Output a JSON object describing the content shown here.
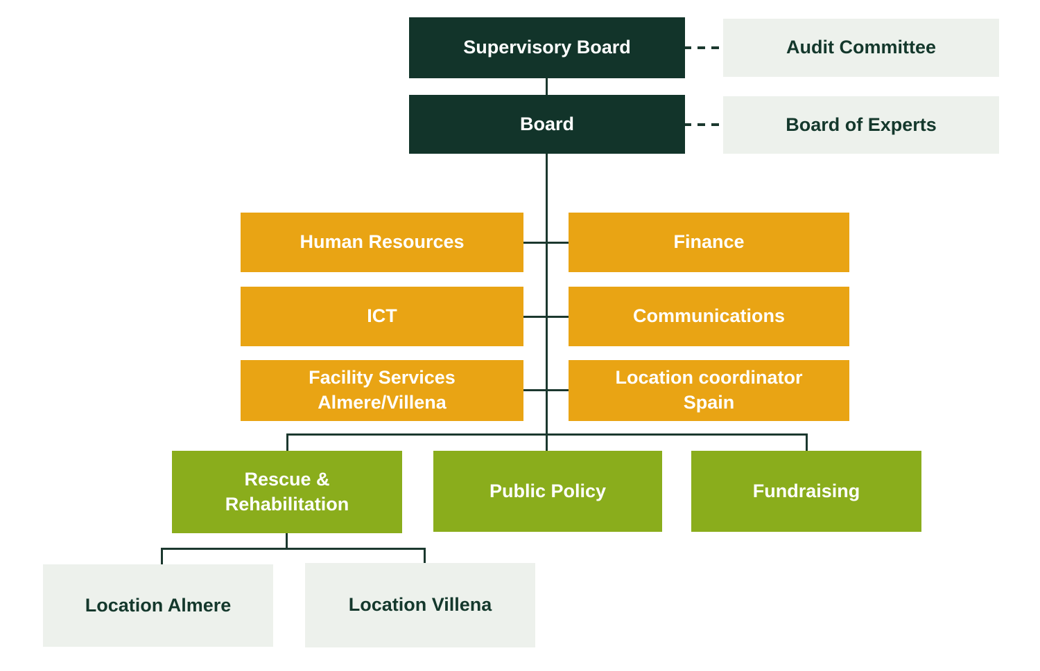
{
  "diagram": {
    "type": "org-chart",
    "colors": {
      "dark_green": "#12342A",
      "orange": "#E9A414",
      "lime_green": "#8AAD1C",
      "light_box": "#EDF1EC",
      "connector": "#1B382E",
      "text_on_color": "#FFFFFF",
      "text_on_light": "#14382C"
    },
    "nodes": {
      "supervisory_board": {
        "label": "Supervisory Board"
      },
      "audit_committee": {
        "label": "Audit Committee"
      },
      "board": {
        "label": "Board"
      },
      "board_of_experts": {
        "label": "Board of Experts"
      },
      "human_resources": {
        "label": "Human Resources"
      },
      "finance": {
        "label": "Finance"
      },
      "ict": {
        "label": "ICT"
      },
      "communications": {
        "label": "Communications"
      },
      "facility_services": {
        "label": "Facility Services\nAlmere/Villena"
      },
      "location_coordinator_spain": {
        "label": "Location coordinator\nSpain"
      },
      "rescue_rehabilitation": {
        "label": "Rescue &\nRehabilitation"
      },
      "public_policy": {
        "label": "Public Policy"
      },
      "fundraising": {
        "label": "Fundraising"
      },
      "location_almere": {
        "label": "Location Almere"
      },
      "location_villena": {
        "label": "Location Villena"
      }
    },
    "edges": [
      {
        "from": "supervisory_board",
        "to": "audit_committee",
        "style": "dashed"
      },
      {
        "from": "supervisory_board",
        "to": "board",
        "style": "solid"
      },
      {
        "from": "board",
        "to": "board_of_experts",
        "style": "dashed"
      },
      {
        "from": "board",
        "to": "human_resources",
        "style": "solid"
      },
      {
        "from": "board",
        "to": "finance",
        "style": "solid"
      },
      {
        "from": "board",
        "to": "ict",
        "style": "solid"
      },
      {
        "from": "board",
        "to": "communications",
        "style": "solid"
      },
      {
        "from": "board",
        "to": "facility_services",
        "style": "solid"
      },
      {
        "from": "board",
        "to": "location_coordinator_spain",
        "style": "solid"
      },
      {
        "from": "board",
        "to": "rescue_rehabilitation",
        "style": "solid"
      },
      {
        "from": "board",
        "to": "public_policy",
        "style": "solid"
      },
      {
        "from": "board",
        "to": "fundraising",
        "style": "solid"
      },
      {
        "from": "rescue_rehabilitation",
        "to": "location_almere",
        "style": "solid"
      },
      {
        "from": "rescue_rehabilitation",
        "to": "location_villena",
        "style": "solid"
      }
    ]
  }
}
